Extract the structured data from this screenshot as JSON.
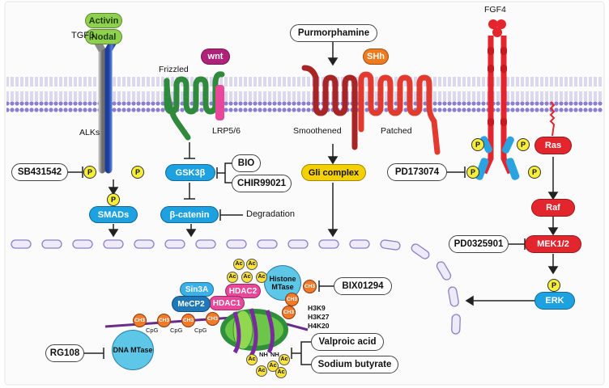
{
  "ligands": {
    "activin": "Activin",
    "nodal": "Nodal",
    "tgfb": "TGFβ",
    "wnt": "wnt",
    "shh": "SHh",
    "fgf4": "FGF4"
  },
  "receptors": {
    "alks": "ALKs",
    "frizzled": "Frizzled",
    "lrp": "LRP5/6",
    "smoothened": "Smoothened",
    "patched": "Patched"
  },
  "inhibitors": {
    "purmorphamine": "Purmorphamine",
    "sb431542": "SB431542",
    "bio": "BIO",
    "chir99021": "CHIR99021",
    "pd173074": "PD173074",
    "pd0325901": "PD0325901",
    "bix01294": "BIX01294",
    "rg108": "RG108",
    "valproic_acid": "Valproic acid",
    "sodium_butyrate": "Sodium butyrate"
  },
  "signaling": {
    "gsk3b": "GSK3β",
    "bcatenin": "β-catenin",
    "degradation": "Degradation",
    "smads": "SMADs",
    "gli": "Gli complex",
    "ras": "Ras",
    "raf": "Raf",
    "mek": "MEK1/2",
    "erk": "ERK"
  },
  "chromatin": {
    "sin3a": "Sin3A",
    "hdac2": "HDAC2",
    "hdac1": "HDAC1",
    "mecp2": "MeCP2",
    "histone_mtase": "Histone MTase",
    "dna_mtase": "DNA MTase",
    "h3k9": "H3K9",
    "h3k27": "H3K27",
    "h4k20": "H4K20",
    "cpg": "CpG",
    "ch3": "CH3",
    "ac": "Ac",
    "nh": "NH",
    "p": "P"
  },
  "colors": {
    "membrane": "#8a7fd0",
    "nucleus_border": "#b0a8de",
    "activin": "#8fd14f",
    "wnt": "#b0227a",
    "shh": "#f07a1e",
    "gsk": "#1da1e0",
    "gli": "#f4d000",
    "ras": "#e3262d",
    "phos": "#f6ee3a",
    "methyl": "#f07a2a",
    "acetyl": "#f9e23b"
  }
}
